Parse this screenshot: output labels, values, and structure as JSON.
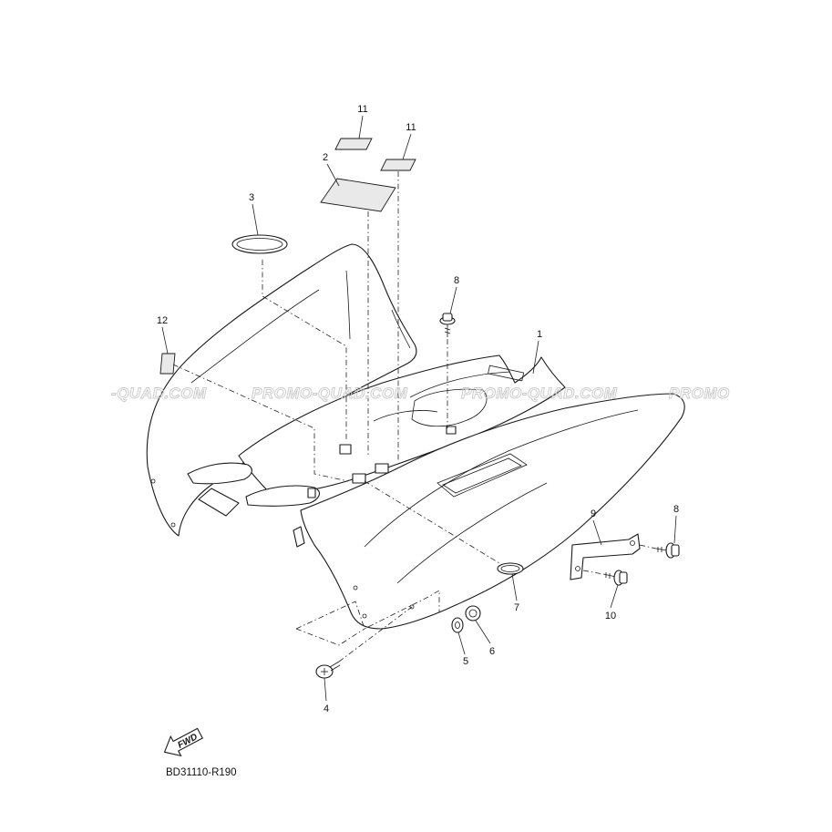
{
  "callouts": {
    "c1": "1",
    "c2": "2",
    "c3": "3",
    "c4": "4",
    "c5": "5",
    "c6": "6",
    "c7": "7",
    "c8a": "8",
    "c8b": "8",
    "c9": "9",
    "c10": "10",
    "c11a": "11",
    "c11b": "11",
    "c12": "12"
  },
  "watermark": {
    "w1": "-QUAD.COM",
    "w2": "PROMO-QUAD.COM",
    "w3": "PROMO-QUAD.COM",
    "w4": "PROMO"
  },
  "fwd_label": "FWD",
  "figure_code": "BD31110-R190"
}
